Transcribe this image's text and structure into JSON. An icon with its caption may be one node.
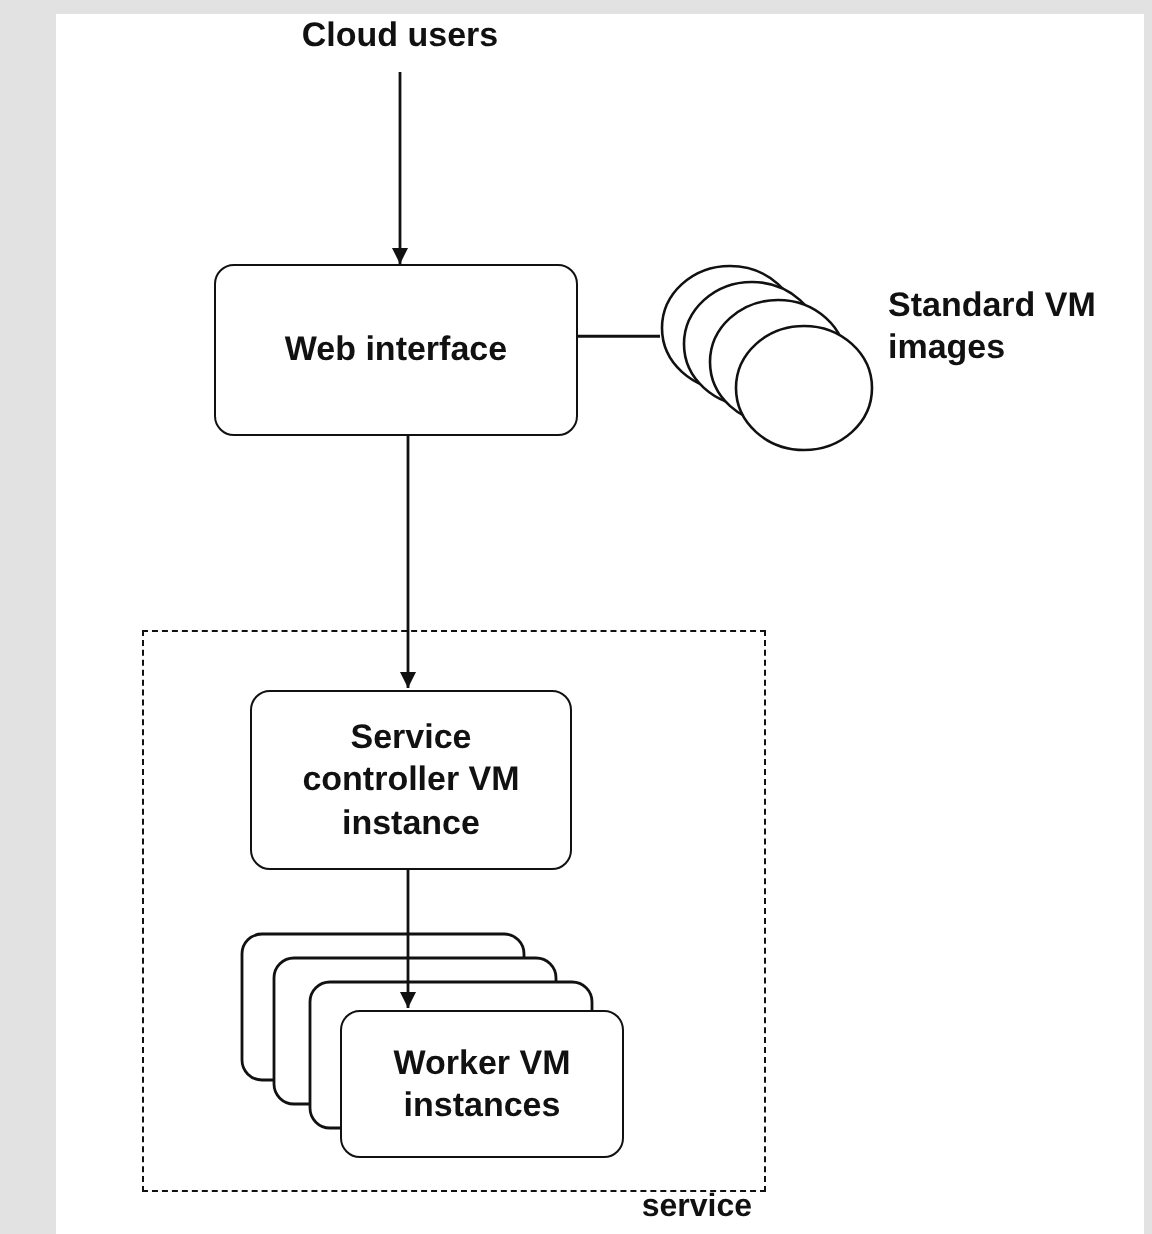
{
  "diagram": {
    "nodes": [
      {
        "text": [
          "Cloud users"
        ]
      },
      {
        "text": [
          "Web interface"
        ]
      },
      {
        "text": [
          "Standard VM images"
        ]
      },
      {
        "text": [
          "service"
        ]
      },
      {
        "text": [
          "Service controller VM instance"
        ],
        "in": 3
      },
      {
        "text": [
          "Worker VM instances"
        ],
        "in": 3
      }
    ],
    "edges": [
      {
        "from": 0,
        "to": 1,
        "arrow": "to"
      },
      {
        "from": 1,
        "to": 2,
        "arrow": "none"
      },
      {
        "from": 1,
        "to": 4,
        "arrow": "to"
      },
      {
        "from": 4,
        "to": 5,
        "arrow": "to"
      }
    ]
  }
}
